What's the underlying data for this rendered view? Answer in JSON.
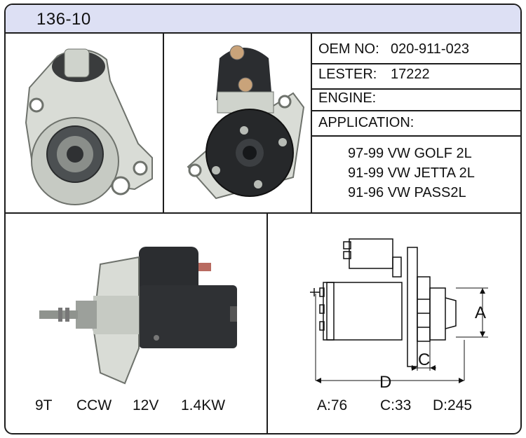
{
  "header": {
    "model": "136-10"
  },
  "info": {
    "oem_label": "OEM NO:",
    "oem_value": "020-911-023",
    "lester_label": "LESTER:",
    "lester_value": "17222",
    "engine_label": "ENGINE:",
    "application_label": "APPLICATION:",
    "applications": [
      "97-99 VW GOLF 2L",
      "91-99 VW JETTA 2L",
      "91-96 VW PASS2L"
    ]
  },
  "specs": [
    "9T",
    "CCW",
    "12V",
    "1.4KW"
  ],
  "dimensions": {
    "labels": {
      "a": "A",
      "c": "C",
      "d": "D"
    },
    "values": [
      "A:76",
      "C:33",
      "D:245"
    ]
  },
  "colors": {
    "header_bg": "#dde0f4",
    "border": "#1d1d1d",
    "motor_dark": "#2b2d30",
    "housing_light": "#d9dcd6"
  }
}
